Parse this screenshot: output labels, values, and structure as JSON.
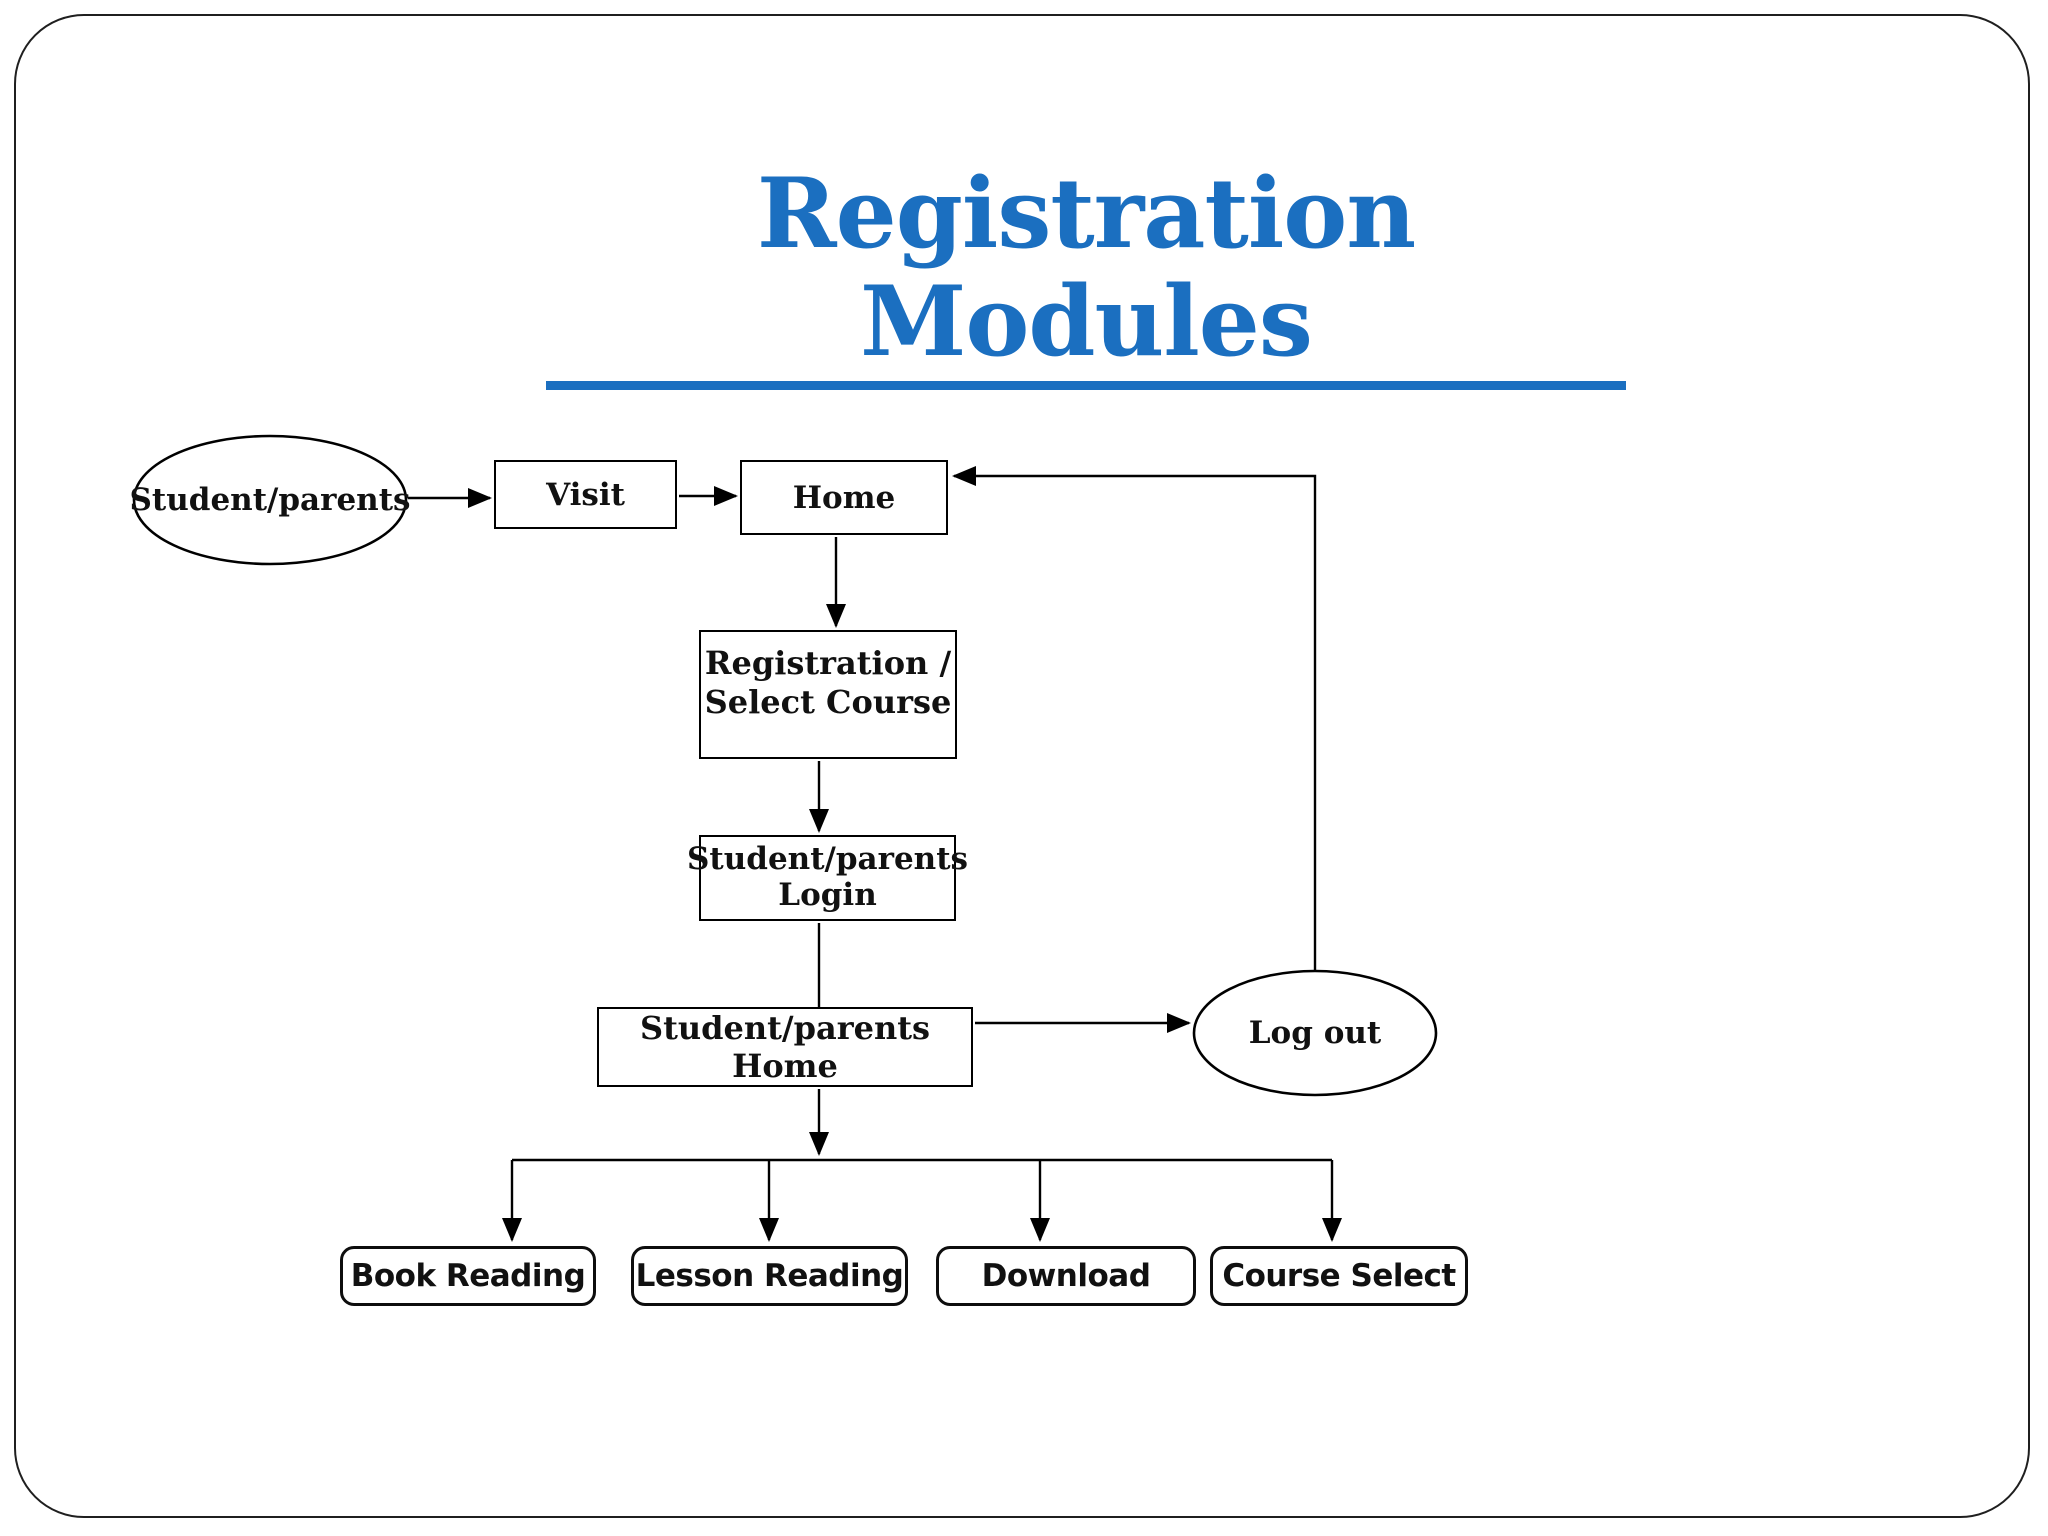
{
  "slide": {
    "title": "Registration Modules",
    "title_color": "#1b6fc0",
    "border_color": "#1f1f1f",
    "background": "#ffffff"
  },
  "diagram": {
    "nodes": {
      "student_parents": {
        "shape": "ellipse",
        "label": "Student/parents"
      },
      "visit": {
        "shape": "rect",
        "label": "Visit"
      },
      "home": {
        "shape": "rect",
        "label": "Home"
      },
      "registration": {
        "shape": "rect",
        "line1": "Registration /",
        "line2": "Select Course"
      },
      "login": {
        "shape": "rect",
        "line1": "Student/parents",
        "line2": "Login"
      },
      "sp_home": {
        "shape": "rect",
        "label": "Student/parents Home"
      },
      "logout": {
        "shape": "ellipse",
        "label": "Log out"
      },
      "book_reading": {
        "shape": "rounded-rect",
        "label": "Book Reading"
      },
      "lesson_reading": {
        "shape": "rounded-rect",
        "label": "Lesson Reading"
      },
      "download": {
        "shape": "rounded-rect",
        "label": "Download"
      },
      "course_select": {
        "shape": "rounded-rect",
        "label": "Course Select"
      }
    },
    "edges": [
      {
        "from": "student_parents",
        "to": "visit",
        "arrow": true
      },
      {
        "from": "visit",
        "to": "home",
        "arrow": true
      },
      {
        "from": "home",
        "to": "registration",
        "arrow": true
      },
      {
        "from": "registration",
        "to": "login",
        "arrow": true
      },
      {
        "from": "login",
        "to": "sp_home",
        "arrow": false
      },
      {
        "from": "sp_home",
        "to": "logout",
        "arrow": true
      },
      {
        "from": "logout",
        "to": "home",
        "arrow": true
      },
      {
        "from": "sp_home",
        "to": "branch_line",
        "arrow": true
      },
      {
        "from": "branch_line",
        "to": "book_reading",
        "arrow": true
      },
      {
        "from": "branch_line",
        "to": "lesson_reading",
        "arrow": true
      },
      {
        "from": "branch_line",
        "to": "download",
        "arrow": true
      },
      {
        "from": "branch_line",
        "to": "course_select",
        "arrow": true
      }
    ],
    "line_color": "#000000"
  }
}
